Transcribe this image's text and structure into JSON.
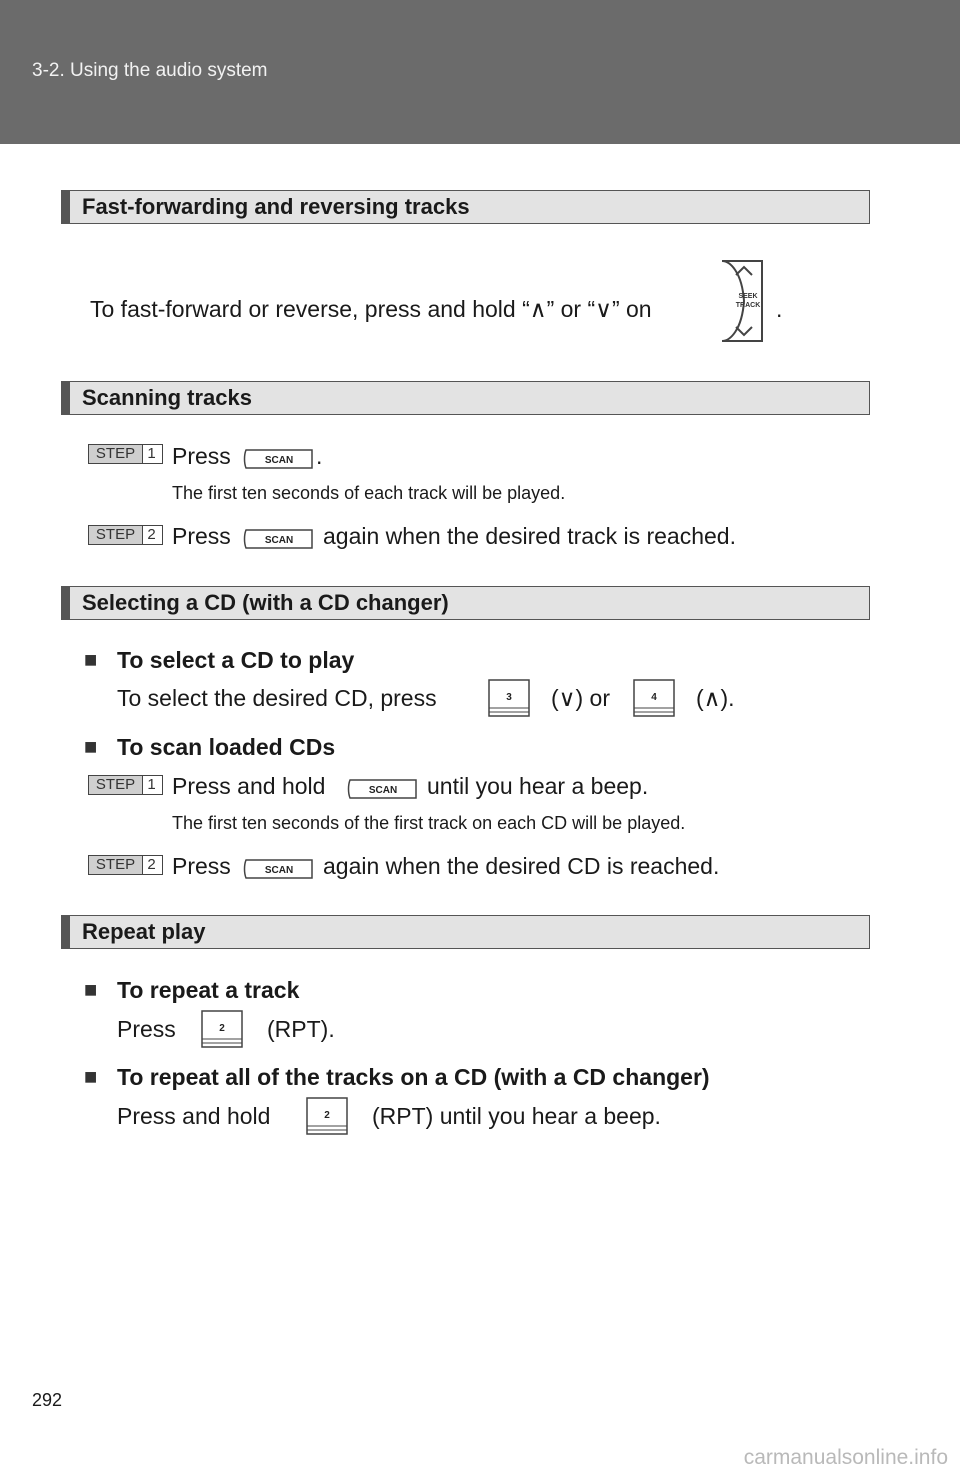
{
  "header": {
    "title": "3-2. Using the audio system"
  },
  "sections": {
    "ff": {
      "heading": "Fast-forwarding and reversing tracks",
      "text": "To fast-forward or reverse, press and hold “∧” or “∨” on",
      "period": ".",
      "dial_label_1": "SEEK",
      "dial_label_2": "TRACK"
    },
    "scan": {
      "heading": "Scanning tracks",
      "step1_pre": "Press",
      "step1_post": ".",
      "step1_note": "The first ten seconds of each track will be played.",
      "step2_pre": "Press",
      "step2_post": "again when the desired track is reached."
    },
    "cd": {
      "heading": "Selecting a CD (with a CD changer)",
      "sub1": "To select a CD to play",
      "sub1_pre": "To select the desired CD, press",
      "sub1_mid": "(∨) or",
      "sub1_post": "(∧).",
      "sub2": "To scan loaded CDs",
      "step1_pre": "Press and hold",
      "step1_post": "until you hear a beep.",
      "step1_note": "The first ten seconds of the first track on each CD will be played.",
      "step2_pre": "Press",
      "step2_post": "again when the desired CD is reached."
    },
    "repeat": {
      "heading": "Repeat play",
      "sub1": "To repeat a track",
      "sub1_pre": "Press",
      "sub1_post": "(RPT).",
      "sub2": "To repeat all of the tracks on a CD (with a CD changer)",
      "sub2_pre": "Press and hold",
      "sub2_post": "(RPT) until you hear a beep."
    }
  },
  "steps": {
    "label": "STEP",
    "one": "1",
    "two": "2"
  },
  "buttons": {
    "scan": "SCAN",
    "key3": "3",
    "key4": "4",
    "key2": "2"
  },
  "bullet": "■",
  "page_number": "292",
  "watermark": "carmanualsonline.info"
}
